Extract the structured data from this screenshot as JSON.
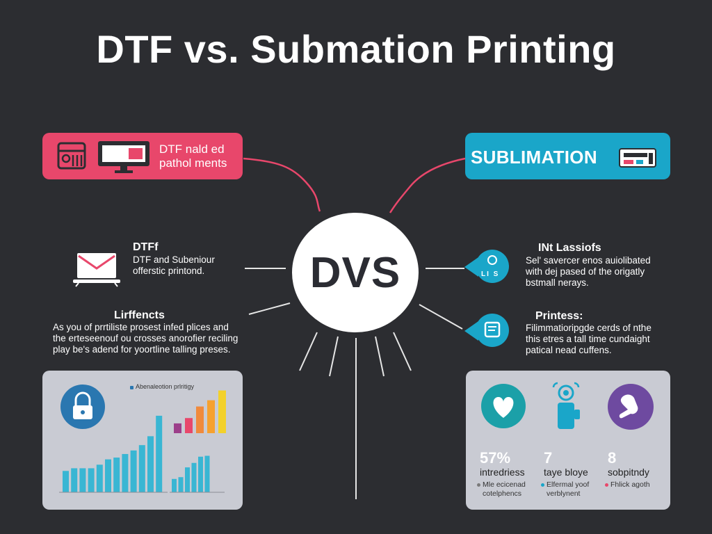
{
  "title": "DTF vs. Submation Printing",
  "hub_label": "DVS",
  "dtf_banner": {
    "text": "DTF nald ed\npathol ments"
  },
  "sub_banner": {
    "text": "SUBLIMATION"
  },
  "left_items": [
    {
      "title": "DTFf",
      "body": "DTF and Subeniour\nofferstic printond."
    },
    {
      "title": "Lirffencts",
      "body": "As you of prrtiliste prosest infed plices and\nthe erteseenouf ou crosses anorofier reciling\nplay be's adend for yoortline talling preses."
    }
  ],
  "right_items": [
    {
      "title": "INt Lassiofs",
      "body": "Sel' savercer enos auiolibated\nwith dej pased of the origatly\nbstmall nerays.",
      "badge_text": "LI S"
    },
    {
      "title": "Printess:",
      "body": "Filimmatioripgde cerds of nthe\nthis etres a tall time cundaight\npatical nead cuffens."
    }
  ],
  "icons": {
    "printer": "printer-icon",
    "monitor": "monitor-icon",
    "envelope": "envelope-icon",
    "laptop": "laptop-icon",
    "lock": "lock-icon",
    "heart": "heart-icon",
    "robot": "robot-icon",
    "hand": "hand-icon"
  },
  "left_panel": {
    "legend": "Abenaleotion prlritigy",
    "chart_data": {
      "type": "bar",
      "series": [
        {
          "values": [
            24,
            27,
            27,
            27,
            31,
            37,
            39,
            43,
            47,
            53,
            63,
            86
          ],
          "color": "#39b6d3"
        },
        {
          "values": [
            15,
            17,
            28,
            33,
            40,
            41
          ],
          "color": "#39b6d3"
        },
        {
          "values": [
            11,
            17,
            30,
            37,
            48
          ],
          "colors": [
            "#9c3f8a",
            "#e8476b",
            "#f08a3c",
            "#f6a12f",
            "#f3d12a"
          ]
        }
      ]
    }
  },
  "right_panel": {
    "stats": [
      {
        "value": "57%",
        "label": "intredriess",
        "note": "Mle ecicenad\ncotelphencs",
        "dot_color": "#7a7a7a"
      },
      {
        "value": "7",
        "label": "taye bloye",
        "note": "Elfermal yoof\nverblynent",
        "dot_color": "#1aa6c9"
      },
      {
        "value": "8",
        "label": "sobpitndy",
        "note": "Fhlick agoth",
        "dot_color": "#e8476b"
      }
    ]
  },
  "colors": {
    "background": "#2c2d31",
    "dtf_accent": "#e8476b",
    "sub_accent": "#1aa6c9",
    "panel": "#c9cbd3"
  }
}
